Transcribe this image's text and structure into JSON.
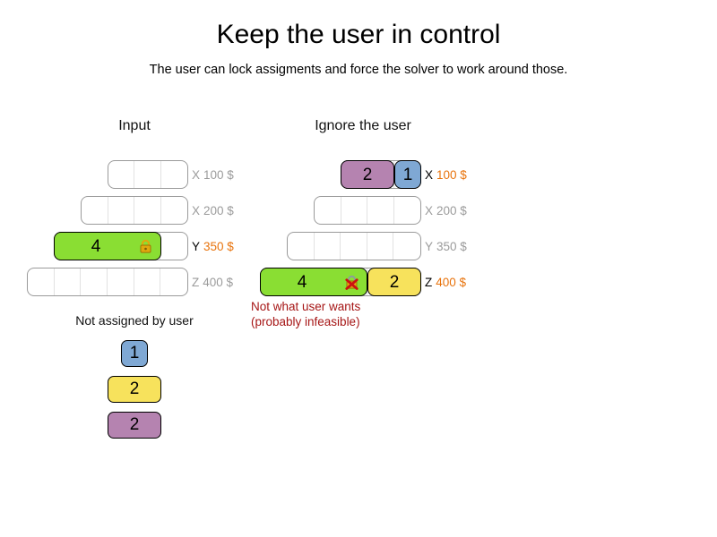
{
  "header": {
    "title": "Keep the user in control",
    "subtitle": "The user can lock assigments and force the solver to work around those."
  },
  "colors": {
    "green": "#8ade33",
    "yellow": "#f7e25c",
    "blue": "#7fa8d4",
    "purple": "#b583b0",
    "cost_accent": "#e8730c",
    "inactive_label": "#9b9b9b",
    "warning": "#a61616",
    "lock": "#e0a80e",
    "lock_x": "#cc1111"
  },
  "panels": {
    "input": {
      "heading": "Input",
      "rows": [
        {
          "resource": "X",
          "cost": "100 $",
          "active": false,
          "cells": 3,
          "blocks": []
        },
        {
          "resource": "X",
          "cost": "200 $",
          "active": false,
          "cells": 4,
          "blocks": []
        },
        {
          "resource": "Y",
          "cost": "350 $",
          "active": true,
          "cells": 5,
          "blocks": [
            {
              "value": "4",
              "span": 4,
              "color": "green",
              "icon": "lock-icon"
            }
          ]
        },
        {
          "resource": "Z",
          "cost": "400 $",
          "active": false,
          "cells": 6,
          "blocks": []
        }
      ]
    },
    "ignore": {
      "heading": "Ignore the user",
      "rows": [
        {
          "resource": "X",
          "cost": "100 $",
          "active": true,
          "cells": 3,
          "blocks": [
            {
              "value": "2",
              "span": 2,
              "color": "purple",
              "icon": null
            },
            {
              "value": "1",
              "span": 1,
              "color": "blue",
              "icon": null
            }
          ]
        },
        {
          "resource": "X",
          "cost": "200 $",
          "active": false,
          "cells": 4,
          "blocks": []
        },
        {
          "resource": "Y",
          "cost": "350 $",
          "active": false,
          "cells": 5,
          "blocks": []
        },
        {
          "resource": "Z",
          "cost": "400 $",
          "active": true,
          "cells": 6,
          "blocks": [
            {
              "value": "4",
              "span": 4,
              "color": "green",
              "icon": "lock-broken-icon"
            },
            {
              "value": "2",
              "span": 2,
              "color": "yellow",
              "icon": null
            }
          ]
        }
      ],
      "note_line1": "Not what user wants",
      "note_line2": "(probably infeasible)"
    }
  },
  "pool": {
    "heading": "Not assigned by user",
    "items": [
      {
        "value": "1",
        "color": "blue",
        "width": 30
      },
      {
        "value": "2",
        "color": "yellow",
        "width": 60
      },
      {
        "value": "2",
        "color": "purple",
        "width": 60
      }
    ]
  }
}
